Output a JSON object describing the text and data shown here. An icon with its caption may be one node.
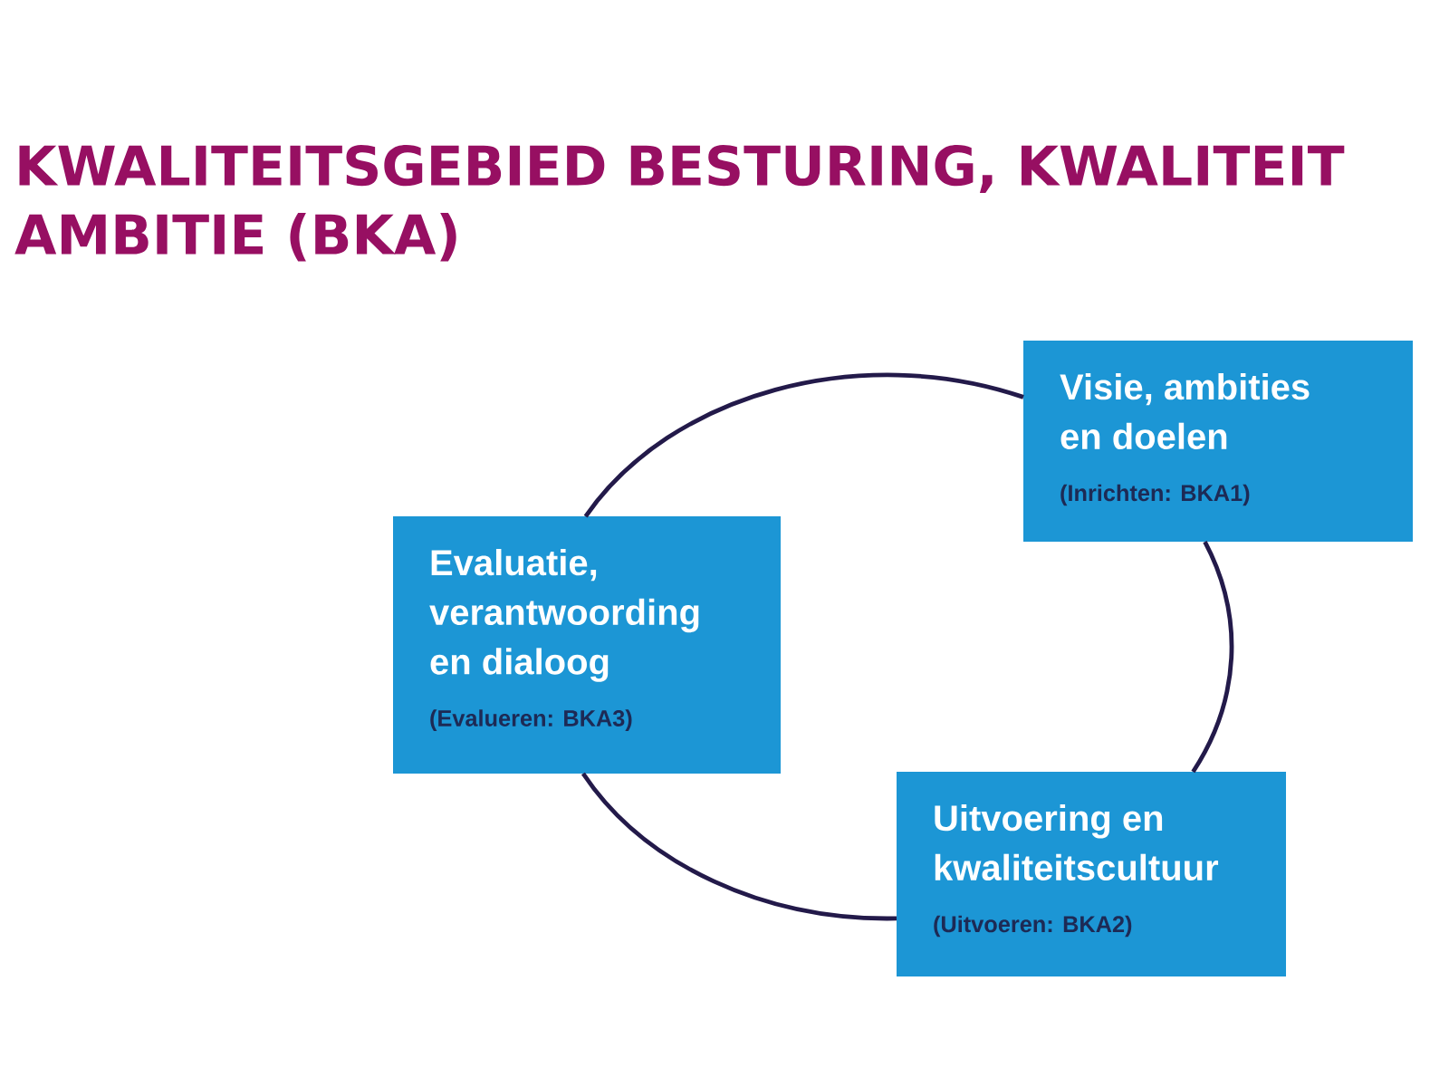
{
  "diagram": {
    "title": "KWALITEITSGEBIED BESTURING, KWALITEIT AMBITIE (BKA)",
    "nodes": [
      {
        "text": [
          "Visie, ambities en doelen",
          "(Inrichten: BKA1)"
        ]
      },
      {
        "text": [
          "Evaluatie, verantwoording en dialoog",
          "(Evalueren: BKA3)"
        ]
      },
      {
        "text": [
          "Uitvoering en kwaliteitscultuur",
          "(Uitvoeren: BKA2)"
        ]
      }
    ],
    "edges": [
      {
        "from": 0,
        "to": 1,
        "arrow": "none"
      },
      {
        "from": 1,
        "to": 2,
        "arrow": "none"
      },
      {
        "from": 2,
        "to": 0,
        "arrow": "none"
      }
    ]
  }
}
